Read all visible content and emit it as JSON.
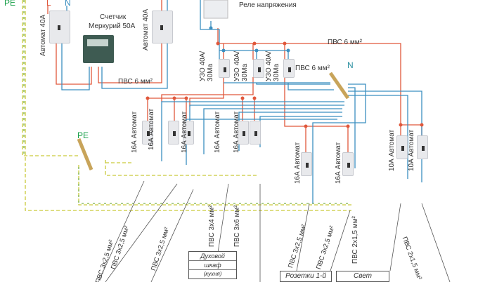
{
  "colors": {
    "phase": "#e0573b",
    "neutral": "#3b8fc0",
    "pe": "#c9c93a",
    "pe_label": "#1aa04a"
  },
  "top_labels": {
    "pe": "PE",
    "l": "L",
    "n": "N"
  },
  "input": {
    "breaker_left": "Автомат 40А",
    "breaker_right": "Автомат 40А",
    "meter_line1": "Счетчик",
    "meter_line2": "Меркурий 50А",
    "cable": "ПВС 6 мм²"
  },
  "relay": {
    "label": "Реле напряжения"
  },
  "rcd": {
    "labels": [
      "УЗО 40А/ 30Ма",
      "УЗО 40А/ 30Ма",
      "УЗО 40А/ 30Ма"
    ],
    "cable_top": "ПВС 6 мм²",
    "cable_n": "ПВС 6 мм²",
    "n_bus": "N"
  },
  "pe_bus": {
    "label": "PE"
  },
  "breakers": [
    "16А Автомат",
    "16А Автомат",
    "16А Автомат",
    "16А Автомат",
    "16А Автомат",
    "16А Автомат",
    "16А Автомат",
    "10А Автомат",
    "10А Автомат"
  ],
  "cables": [
    "ПВС 3х2,5 мм²",
    "ПВС 3х2,5 мм²",
    "ПВС 3х2,5 мм²",
    "ПВС 3х4 мм²",
    "ПВС 3х6 мм²",
    "ПВС 3х2,5 мм²",
    "ПВС 3х2,5 мм²",
    "ПВС 2х1,5 мм²",
    "ПВС 2х1,5 мм²"
  ],
  "loads": {
    "oven": [
      "Духовой",
      "шкаф",
      "(кухня)"
    ],
    "sockets": "Розетки 1-й",
    "light": "Свет"
  }
}
